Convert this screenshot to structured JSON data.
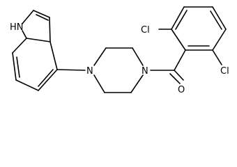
{
  "molecule": {
    "atoms": {
      "nh": "HN",
      "n_piperazine_left": "N",
      "n_piperazine_right": "N",
      "o": "O",
      "cl_top": "Cl",
      "cl_bottom": "Cl"
    }
  }
}
